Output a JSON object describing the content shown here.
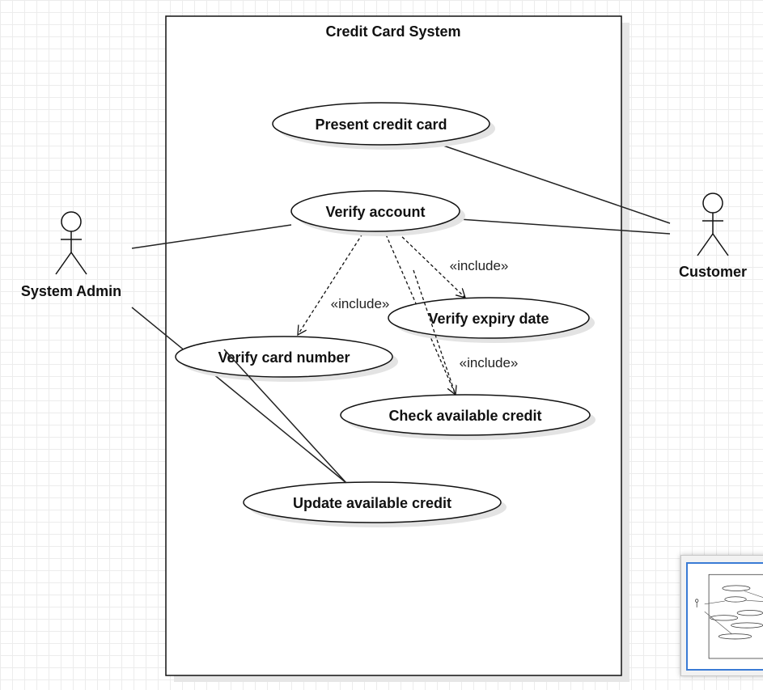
{
  "diagram": {
    "system_title": "Credit Card System",
    "actors": {
      "system_admin": "System Admin",
      "customer": "Customer"
    },
    "use_cases": {
      "present_credit_card": "Present credit card",
      "verify_account": "Verify account",
      "verify_expiry_date": "Verify expiry date",
      "verify_card_number": "Verify card number",
      "check_available_credit": "Check available credit",
      "update_available_credit": "Update available credit"
    },
    "include_label": "«include»"
  }
}
